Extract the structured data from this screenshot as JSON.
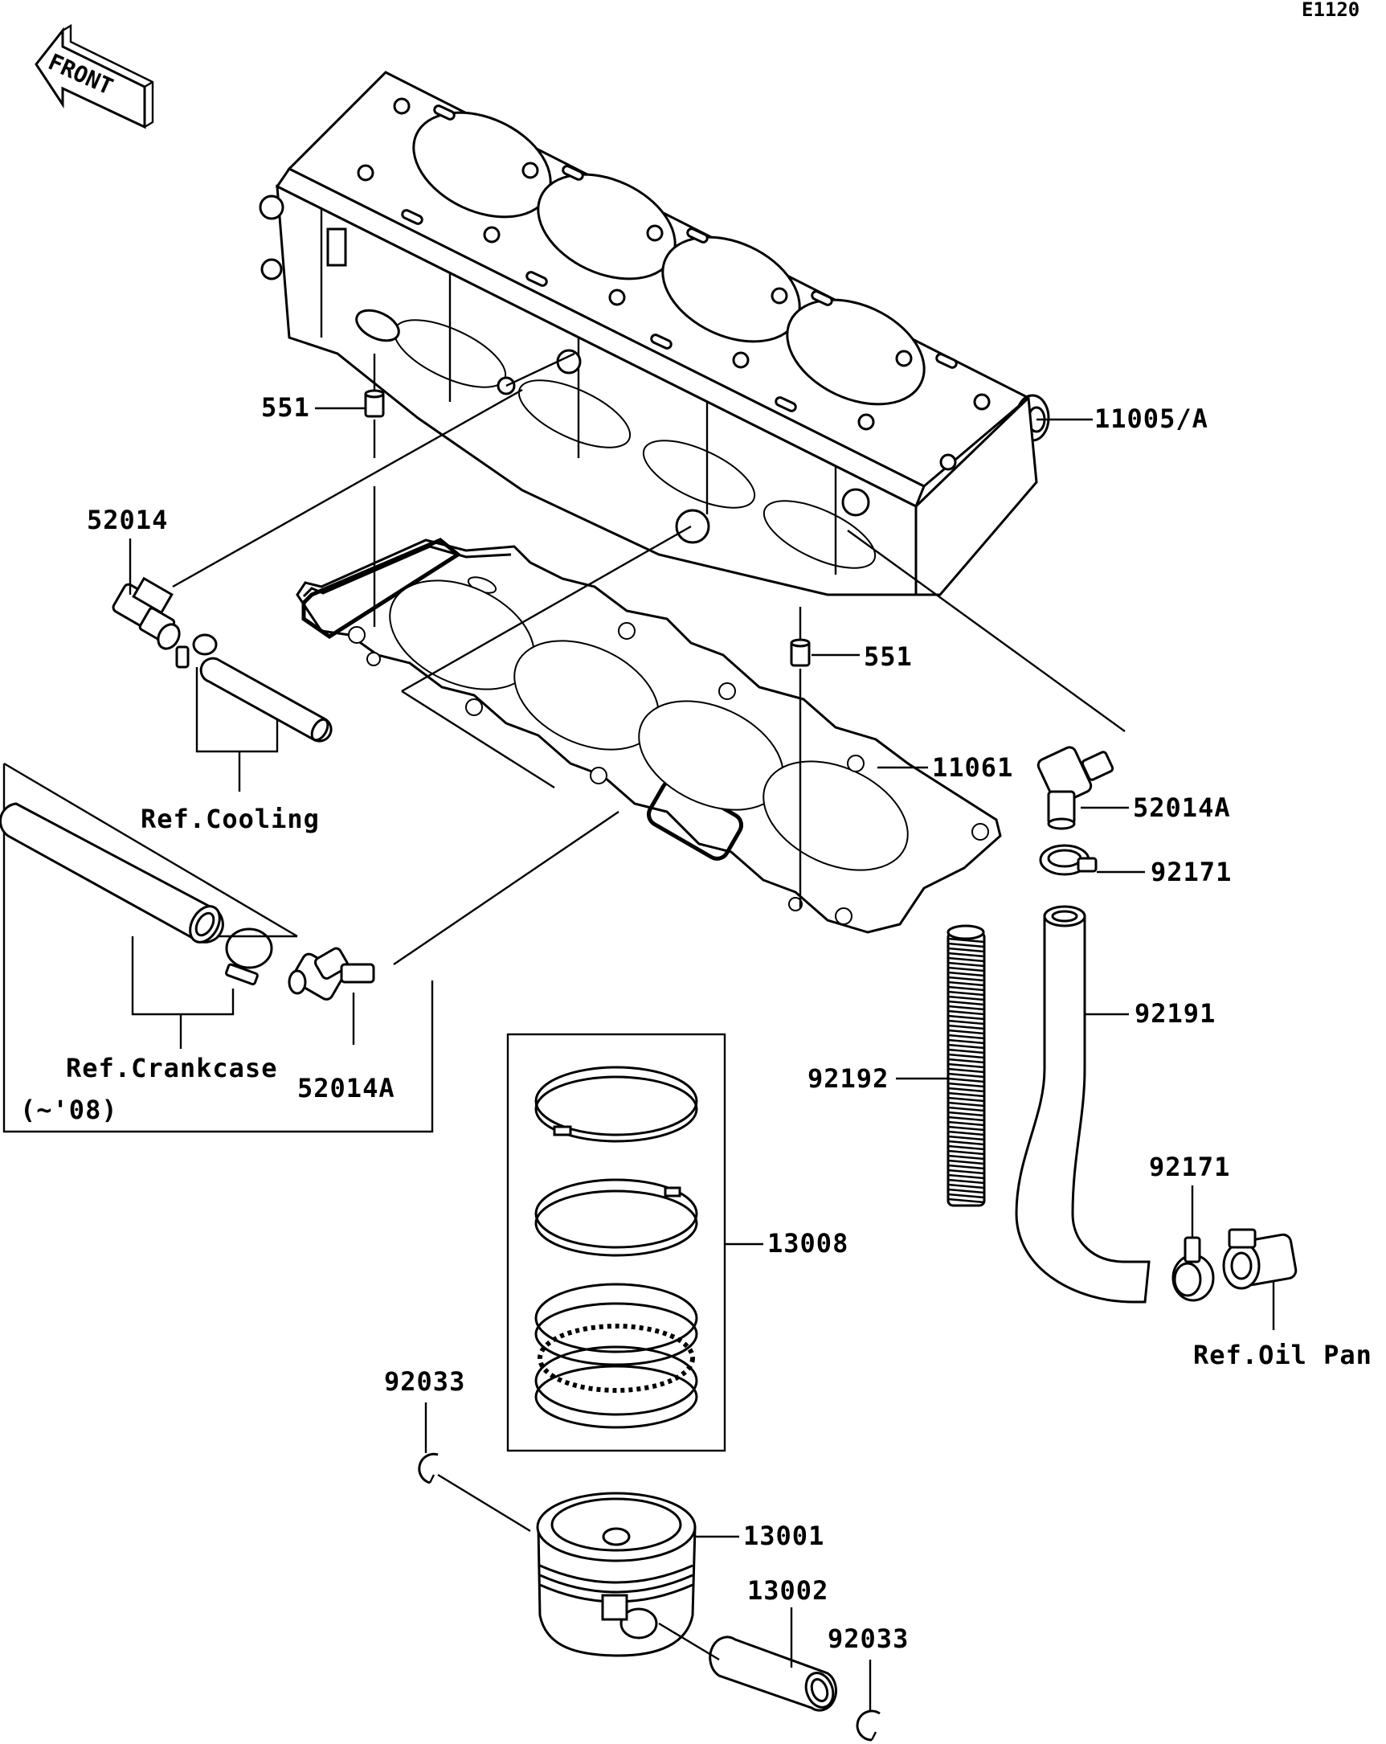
{
  "diagram_code": "E1120",
  "front_label": "FRONT",
  "labels": {
    "dowel_upper": "551",
    "cylinder": "11005/A",
    "fitting_left": "52014",
    "dowel_right": "551",
    "gasket": "11061",
    "fitting_right": "52014A",
    "clamp_upper": "92171",
    "ref_cooling": "Ref.Cooling",
    "ref_crankcase": "Ref.Crankcase",
    "inset_note": "(~'08)",
    "fitting_inset": "52014A",
    "hose_right": "92191",
    "spring_hose": "92192",
    "clamp_lower": "92171",
    "ring_set": "13008",
    "ref_oil_pan": "Ref.Oil Pan",
    "circlip_upper": "92033",
    "piston": "13001",
    "piston_pin": "13002",
    "circlip_lower": "92033"
  }
}
